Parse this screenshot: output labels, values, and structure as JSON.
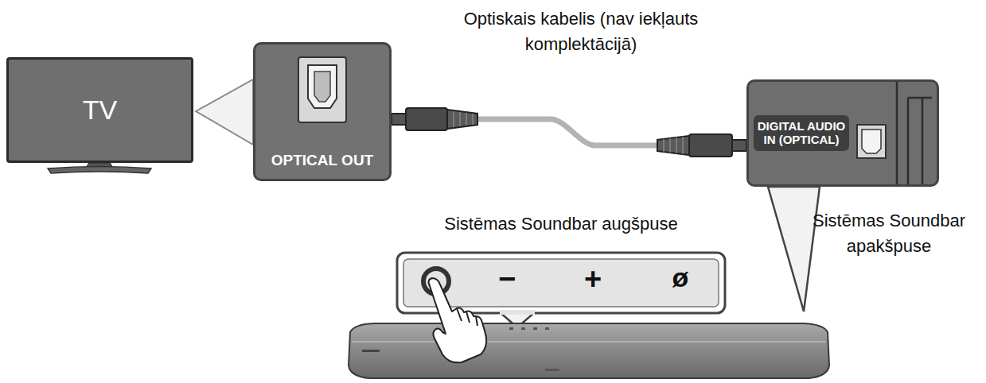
{
  "diagram": {
    "nodes": [
      {
        "text": [
          "TV"
        ]
      },
      {
        "text": [
          "OPTICAL OUT"
        ]
      },
      {
        "text": [
          "DIGITAL AUDIO IN (OPTICAL)"
        ]
      }
    ],
    "edges": [
      {
        "from": 1,
        "to": 2,
        "arrow": "none"
      }
    ],
    "labels": [
      "Optiskais kabelis (nav iekļauts komplektācijā)",
      "Sistēmas Soundbar augšpuse",
      "Sistēmas Soundbar apakšpuse",
      "−",
      "+",
      "ø"
    ]
  }
}
